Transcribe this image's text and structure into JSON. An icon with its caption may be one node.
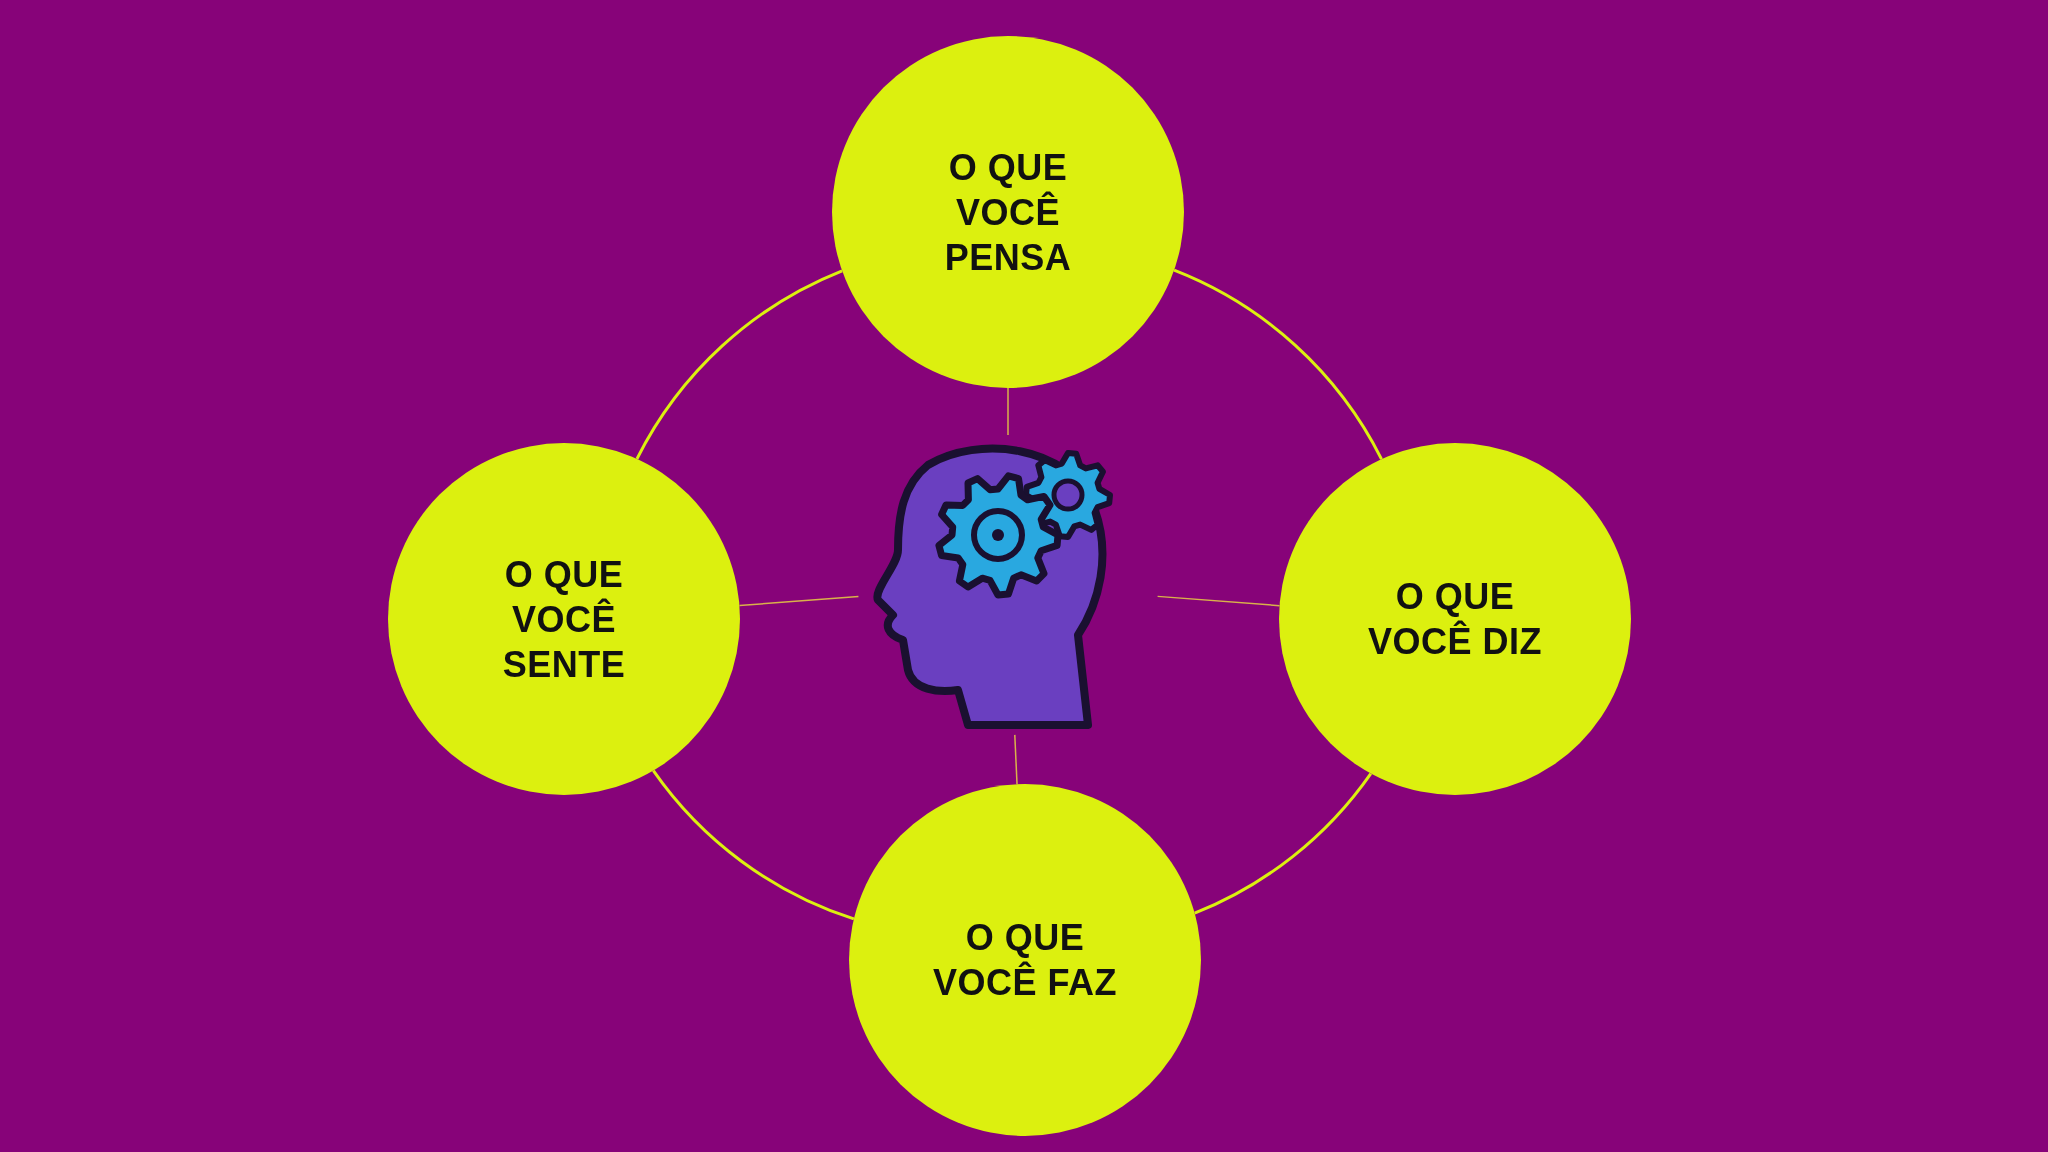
{
  "diagram": {
    "nodes": [
      {
        "text": [
          "O QUE VOCÊ PENSA"
        ]
      },
      {
        "text": [
          "O QUE VOCÊ SENTE"
        ]
      },
      {
        "text": [],
        "shape": "picture"
      },
      {
        "text": [
          "O QUE VOCÊ DIZ"
        ]
      },
      {
        "text": [
          "O QUE VOCÊ FAZ"
        ]
      }
    ],
    "edges": [
      {
        "from": 0,
        "to": 3,
        "arrow": "none"
      },
      {
        "from": 3,
        "to": 4,
        "arrow": "none"
      },
      {
        "from": 4,
        "to": 1,
        "arrow": "none"
      },
      {
        "from": 1,
        "to": 0,
        "arrow": "none"
      },
      {
        "from": 2,
        "to": 0,
        "arrow": "none",
        "color": "#d9b24a"
      },
      {
        "from": 2,
        "to": 1,
        "arrow": "none",
        "color": "#d9b24a"
      },
      {
        "from": 2,
        "to": 3,
        "arrow": "none",
        "color": "#d9b24a"
      },
      {
        "from": 2,
        "to": 4,
        "arrow": "none",
        "color": "#d9b24a"
      }
    ]
  }
}
